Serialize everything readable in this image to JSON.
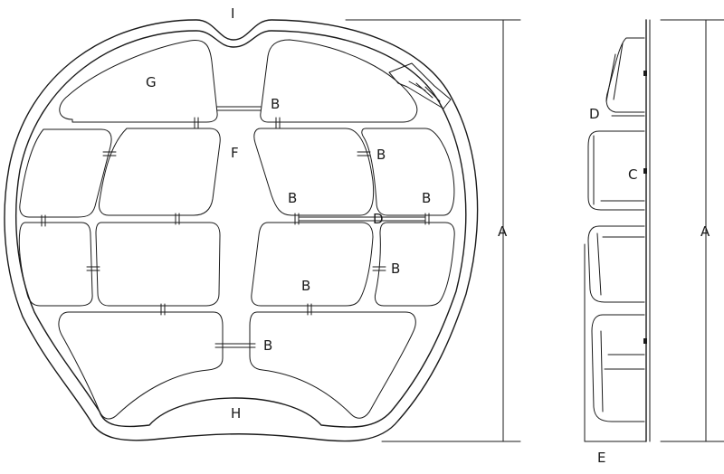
{
  "diagram": {
    "labels": {
      "a_front": "A",
      "a_side": "A",
      "b": "B",
      "c": "C",
      "d_front": "D",
      "d_side": "D",
      "e": "E",
      "f": "F",
      "g": "G",
      "h": "H",
      "i": "I"
    }
  }
}
